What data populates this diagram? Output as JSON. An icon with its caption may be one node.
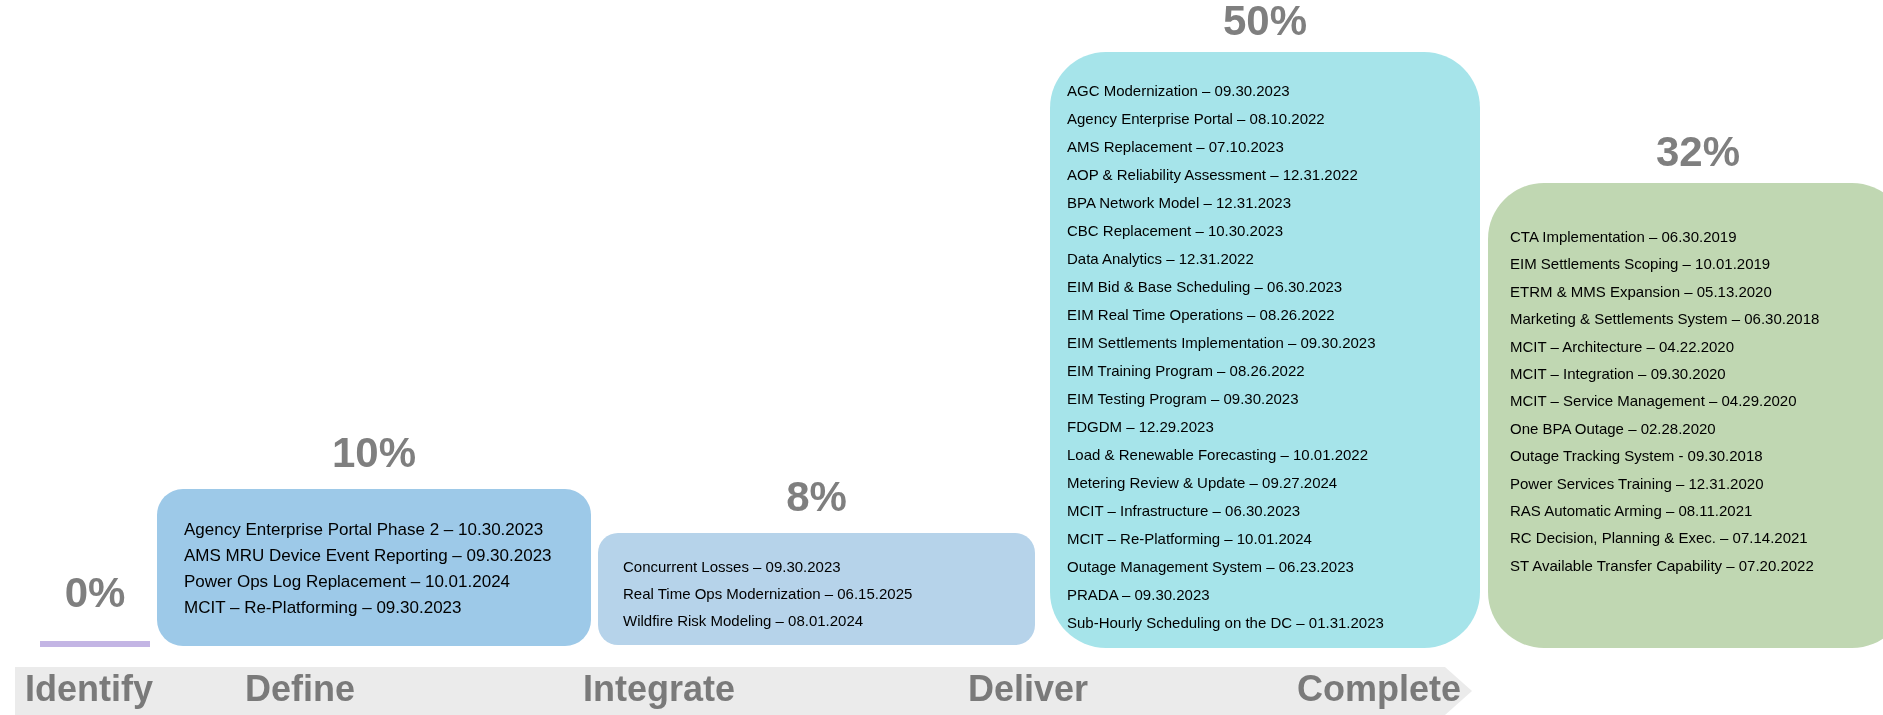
{
  "diagram": {
    "nodes": [
      {
        "text": [
          "0%"
        ]
      },
      {
        "text": [
          "10%",
          "Agency Enterprise Portal Phase 2 – 10.30.2023",
          "AMS MRU Device Event Reporting – 09.30.2023",
          "Power Ops Log Replacement – 10.01.2024",
          "MCIT – Re-Platforming – 09.30.2023"
        ]
      },
      {
        "text": [
          "8%",
          "Concurrent Losses – 09.30.2023",
          "Real Time Ops Modernization – 06.15.2025",
          "Wildfire Risk Modeling – 08.01.2024"
        ]
      },
      {
        "text": [
          "50%",
          "AGC Modernization – 09.30.2023",
          "Agency Enterprise Portal – 08.10.2022",
          "AMS Replacement – 07.10.2023",
          "AOP & Reliability Assessment – 12.31.2022",
          "BPA Network Model – 12.31.2023",
          "CBC Replacement – 10.30.2023",
          "Data Analytics – 12.31.2022",
          "EIM Bid & Base Scheduling – 06.30.2023",
          "EIM Real Time Operations – 08.26.2022",
          "EIM Settlements Implementation – 09.30.2023",
          "EIM Training Program – 08.26.2022",
          "EIM Testing Program – 09.30.2023",
          "FDGDM – 12.29.2023",
          "Load & Renewable Forecasting – 10.01.2022",
          "Metering Review & Update – 09.27.2024",
          "MCIT – Infrastructure – 06.30.2023",
          "MCIT – Re-Platforming – 10.01.2024",
          "Outage Management System – 06.23.2023",
          "PRADA – 09.30.2023",
          "Sub-Hourly Scheduling on the DC – 01.31.2023"
        ]
      },
      {
        "text": [
          "32%",
          "CTA Implementation – 06.30.2019",
          "EIM Settlements Scoping – 10.01.2019",
          "ETRM & MMS Expansion – 05.13.2020",
          "Marketing & Settlements System – 06.30.2018",
          "MCIT – Architecture – 04.22.2020",
          "MCIT – Integration – 09.30.2020",
          "MCIT – Service Management – 04.29.2020",
          "One BPA Outage – 02.28.2020",
          "Outage Tracking System  - 09.30.2018",
          "Power Services Training – 12.31.2020",
          "RAS Automatic Arming – 08.11.2021",
          "RC Decision, Planning & Exec. – 07.14.2021",
          "ST Available Transfer Capability – 07.20.2022"
        ]
      }
    ],
    "labels": [
      "Identify",
      "Define",
      "Integrate",
      "Deliver",
      "Complete"
    ]
  }
}
